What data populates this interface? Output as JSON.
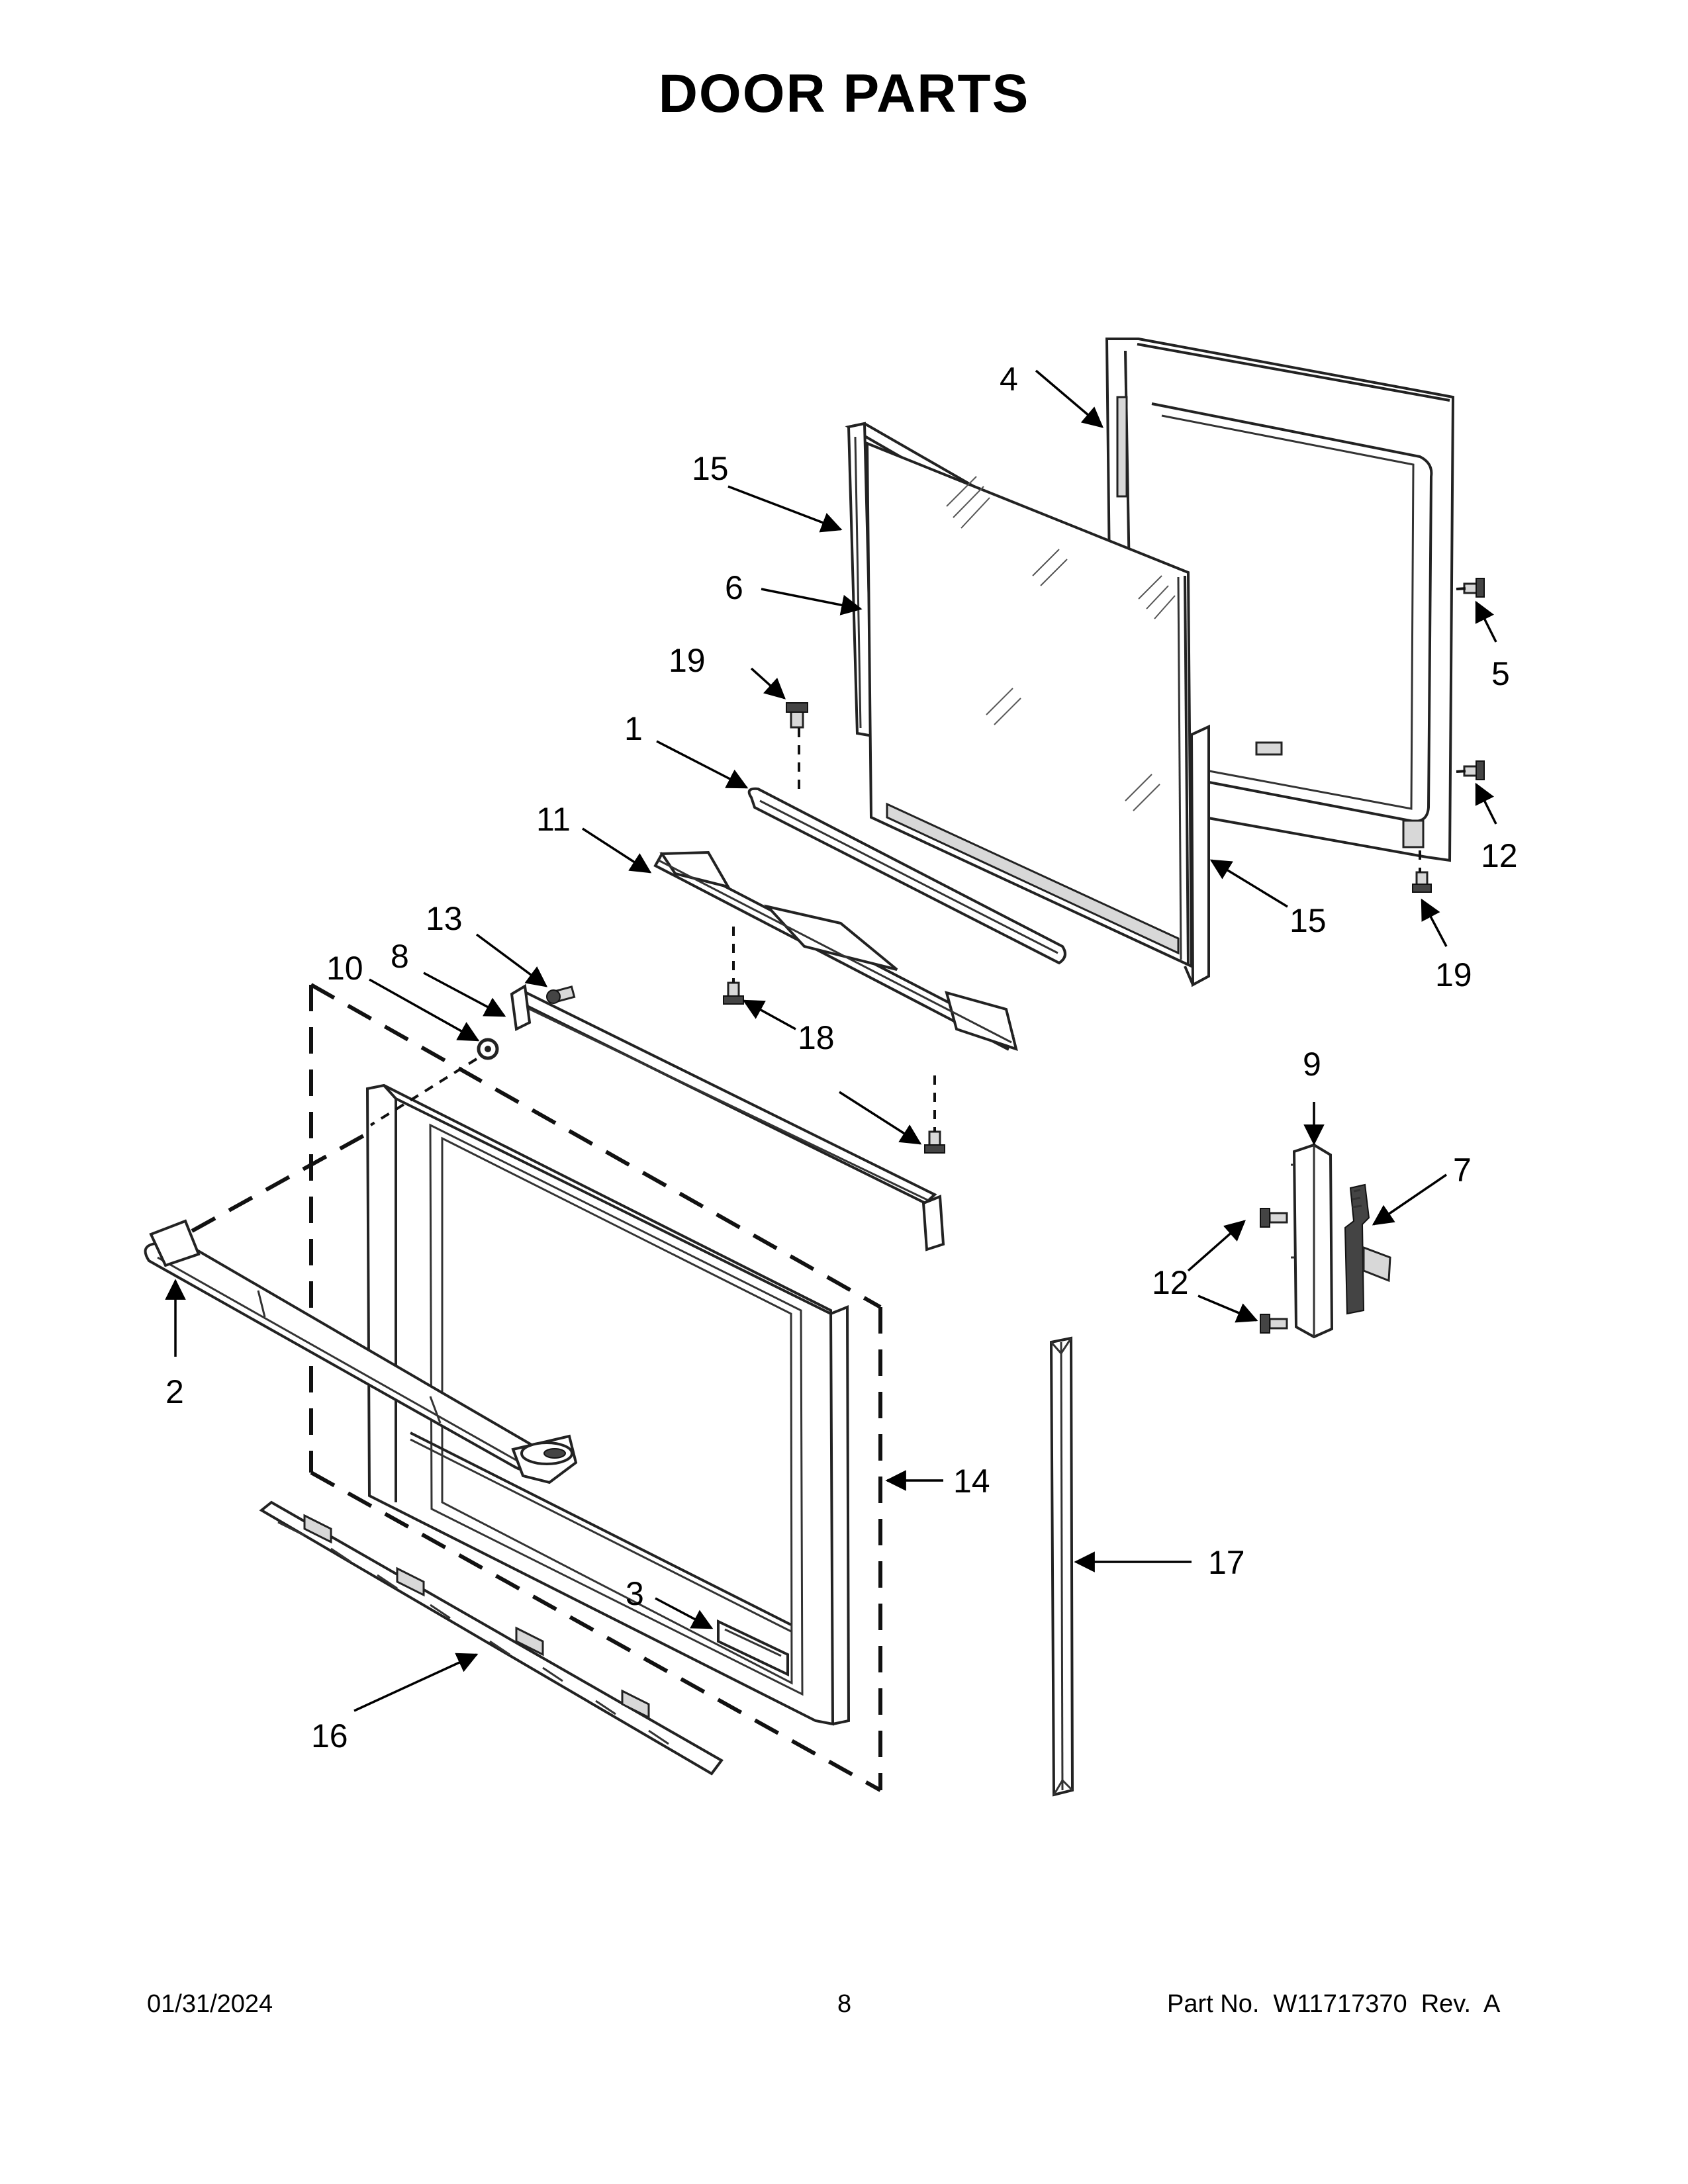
{
  "title": "DOOR PARTS",
  "footer": {
    "date": "01/31/2024",
    "page": "8",
    "part_number": "Part No.  W11717370  Rev.  A"
  },
  "callouts": {
    "c1": "1",
    "c2": "2",
    "c3": "3",
    "c4": "4",
    "c5": "5",
    "c6": "6",
    "c7": "7",
    "c8": "8",
    "c9": "9",
    "c10": "10",
    "c11": "11",
    "c12a": "12",
    "c12b": "12",
    "c13": "13",
    "c14": "14",
    "c15a": "15",
    "c15b": "15",
    "c16": "16",
    "c17": "17",
    "c18": "18",
    "c19a": "19",
    "c19b": "19"
  }
}
